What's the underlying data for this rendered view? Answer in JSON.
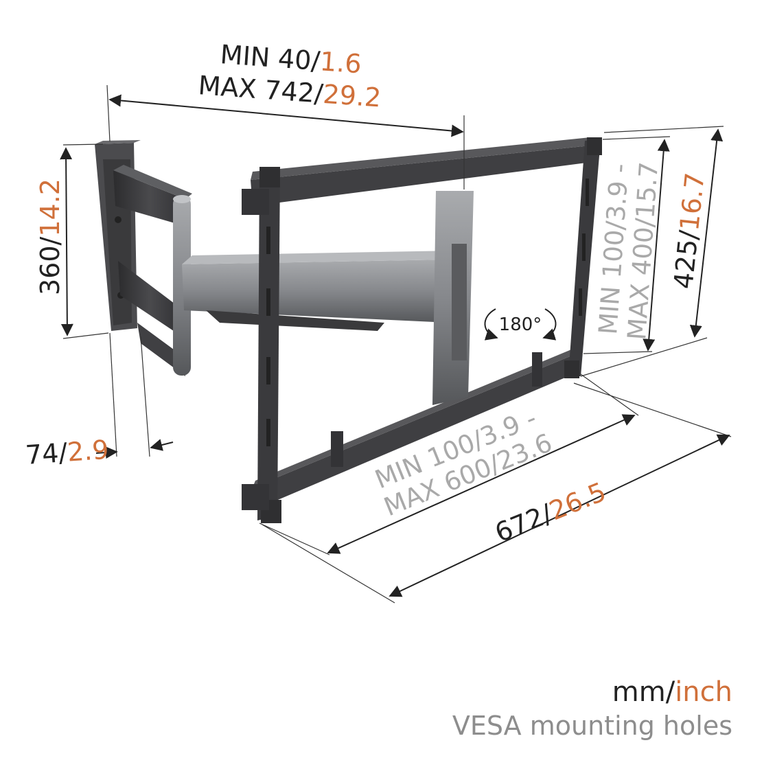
{
  "dimensions": {
    "arm_extension": {
      "min_prefix": "MIN 40/",
      "min_inch": "1.6",
      "max_prefix": "MAX 742/",
      "max_inch": "29.2"
    },
    "wall_plate_height": {
      "mm": "360/",
      "inch": "14.2"
    },
    "wall_plate_depth": {
      "mm": "74/",
      "inch": "2.9"
    },
    "vesa_vertical": {
      "line1": "MIN 100/3.9 -",
      "line2": "MAX 400/15.7"
    },
    "interface_height": {
      "mm": "425/",
      "inch": "16.7"
    },
    "vesa_horizontal": {
      "line1": "MIN 100/3.9 -",
      "line2": "MAX 600/23.6"
    },
    "interface_width": {
      "mm": "672/",
      "inch": "26.5"
    },
    "rotation": "180°"
  },
  "legend": {
    "units_mm": "mm/",
    "units_inch": "inch",
    "vesa_label": "VESA mounting holes"
  },
  "colors": {
    "accent_orange": "#d0703a",
    "vesa_grey": "#a9a9a9",
    "mount_dark": "#3d3d3f",
    "arm_silver": "#8a8c90"
  }
}
